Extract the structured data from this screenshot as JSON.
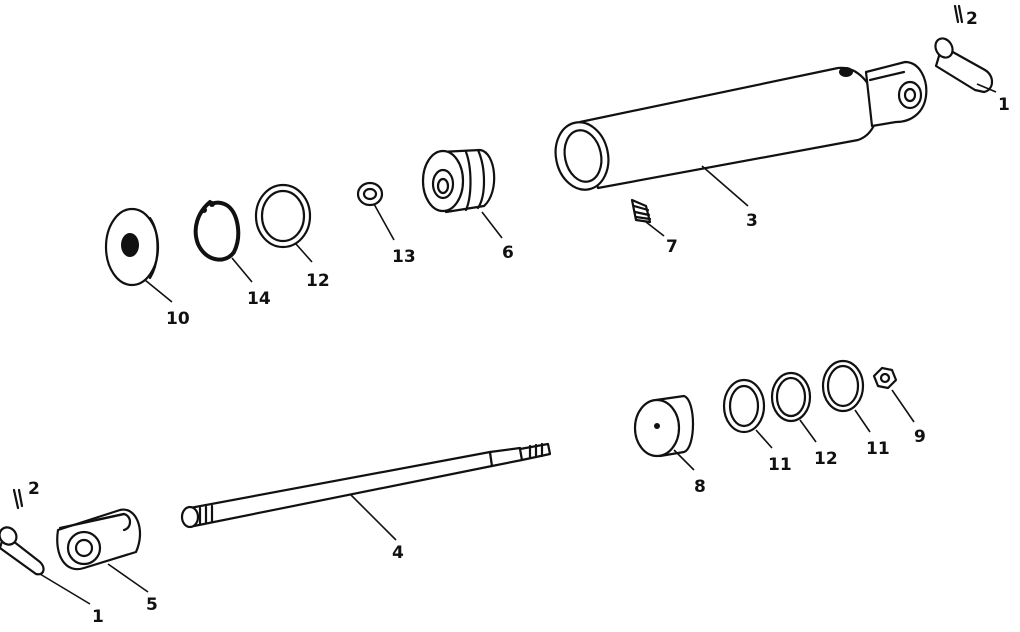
{
  "figure": {
    "callouts": [
      {
        "id": "c1a",
        "text": "1"
      },
      {
        "id": "c2a",
        "text": "2"
      },
      {
        "id": "c3",
        "text": "3"
      },
      {
        "id": "c7",
        "text": "7"
      },
      {
        "id": "c6",
        "text": "6"
      },
      {
        "id": "c13",
        "text": "13"
      },
      {
        "id": "c12a",
        "text": "12"
      },
      {
        "id": "c14",
        "text": "14"
      },
      {
        "id": "c10",
        "text": "10"
      },
      {
        "id": "c8",
        "text": "8"
      },
      {
        "id": "c11a",
        "text": "11"
      },
      {
        "id": "c12b",
        "text": "12"
      },
      {
        "id": "c11b",
        "text": "11"
      },
      {
        "id": "c9",
        "text": "9"
      },
      {
        "id": "c4",
        "text": "4"
      },
      {
        "id": "c5",
        "text": "5"
      },
      {
        "id": "c1b",
        "text": "1"
      },
      {
        "id": "c2b",
        "text": "2"
      }
    ]
  }
}
